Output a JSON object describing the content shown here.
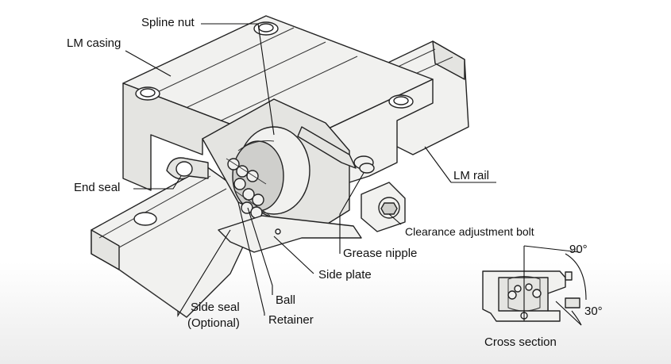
{
  "labels": {
    "spline_nut": "Spline nut",
    "lm_casing": "LM casing",
    "lm_rail": "LM rail",
    "end_seal": "End seal",
    "clearance_bolt": "Clearance adjustment bolt",
    "grease_nipple": "Grease nipple",
    "side_plate": "Side plate",
    "ball": "Ball",
    "side_seal": "Side seal",
    "side_seal_note": "(Optional)",
    "retainer": "Retainer",
    "angle_90": "90°",
    "angle_30": "30°",
    "cross_section": "Cross section"
  }
}
